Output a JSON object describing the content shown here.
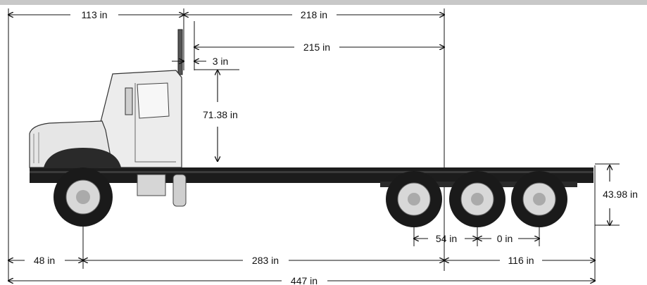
{
  "dimensions": {
    "cab_to_front": "113 in",
    "cab_to_axle_end": "218 in",
    "body_length": "215 in",
    "gap": "3 in",
    "cab_height": "71.38 in",
    "frame_height": "43.98 in",
    "front_overhang": "48 in",
    "wheelbase": "283 in",
    "rear_overhang": "116 in",
    "axle_spacing_1": "54 in",
    "axle_spacing_2": "0 in",
    "overall_length": "447 in"
  },
  "colors": {
    "truck_body": "#ececec",
    "frame": "#1c1c1c",
    "dim_line": "#111111",
    "background": "#ffffff"
  }
}
